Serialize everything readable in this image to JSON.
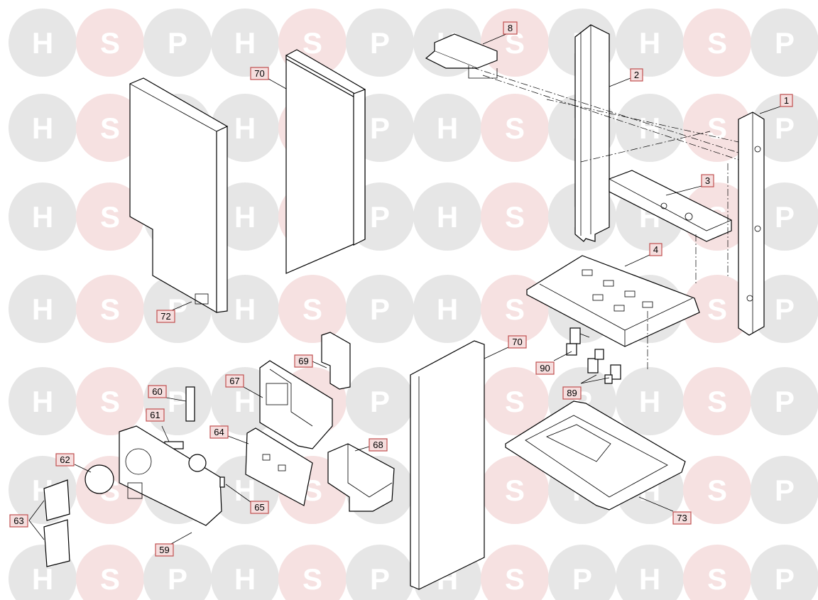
{
  "watermark": {
    "letters": [
      "H",
      "S",
      "P"
    ],
    "color_h_p": "#e6e6e6",
    "color_s": "#f6e1e1"
  },
  "callouts": [
    {
      "id": "c8",
      "text": "8"
    },
    {
      "id": "c70a",
      "text": "70"
    },
    {
      "id": "c2",
      "text": "2"
    },
    {
      "id": "c1",
      "text": "1"
    },
    {
      "id": "c3",
      "text": "3"
    },
    {
      "id": "c4",
      "text": "4"
    },
    {
      "id": "c72",
      "text": "72"
    },
    {
      "id": "c69",
      "text": "69"
    },
    {
      "id": "c70b",
      "text": "70"
    },
    {
      "id": "c90",
      "text": "90"
    },
    {
      "id": "c67",
      "text": "67"
    },
    {
      "id": "c60",
      "text": "60"
    },
    {
      "id": "c89",
      "text": "89"
    },
    {
      "id": "c61",
      "text": "61"
    },
    {
      "id": "c64",
      "text": "64"
    },
    {
      "id": "c68",
      "text": "68"
    },
    {
      "id": "c62",
      "text": "62"
    },
    {
      "id": "c65",
      "text": "65"
    },
    {
      "id": "c73",
      "text": "73"
    },
    {
      "id": "c63",
      "text": "63"
    },
    {
      "id": "c59",
      "text": "59"
    }
  ],
  "callout_box_fill": "#f5dede",
  "callout_box_stroke": "#c05050"
}
